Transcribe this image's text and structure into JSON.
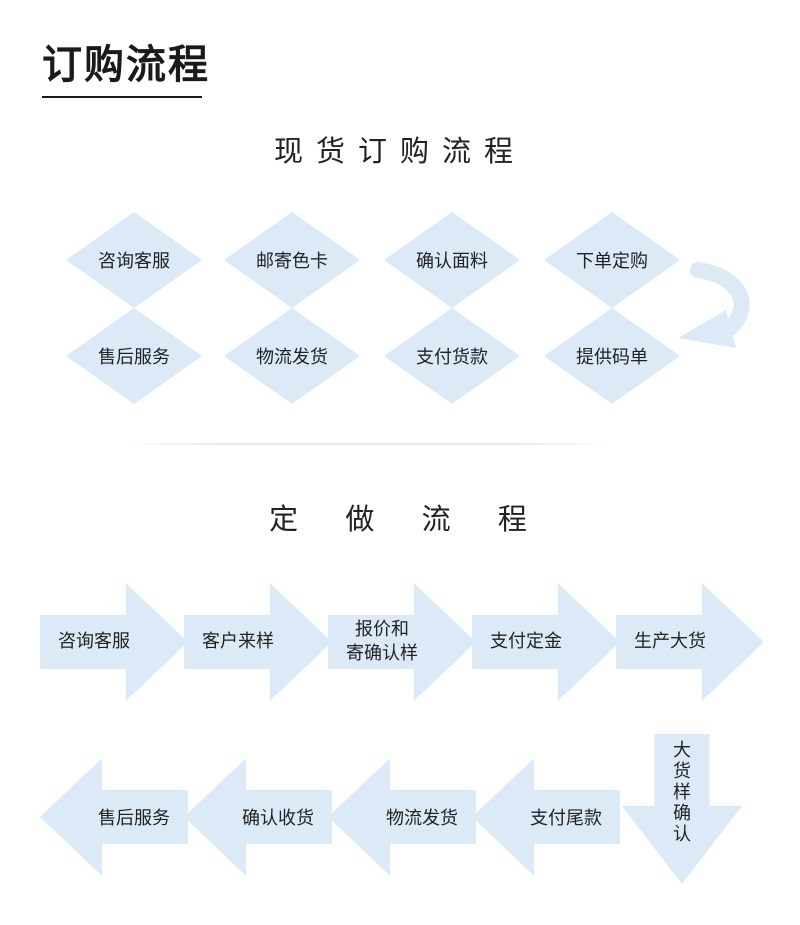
{
  "page_title": "订购流程",
  "spot_section": {
    "heading": "现货订购流程",
    "steps_row1": [
      "咨询客服",
      "邮寄色卡",
      "确认面料",
      "下单定购"
    ],
    "steps_row2": [
      "售后服务",
      "物流发货",
      "支付货款",
      "提供码单"
    ]
  },
  "custom_section": {
    "heading": "定 做 流 程",
    "steps_row1": [
      "咨询客服",
      "客户来样",
      "报价和\n寄确认样",
      "支付定金",
      "生产大货"
    ],
    "down_step": "大\n货\n样\n确\n认",
    "steps_row2": [
      "售后服务",
      "确认收货",
      "物流发货",
      "支付尾款"
    ]
  },
  "colors": {
    "shape_fill": "#dce9f7",
    "text": "#222222"
  },
  "icons": {
    "turn_arrow": "curved-return-arrow-icon"
  }
}
